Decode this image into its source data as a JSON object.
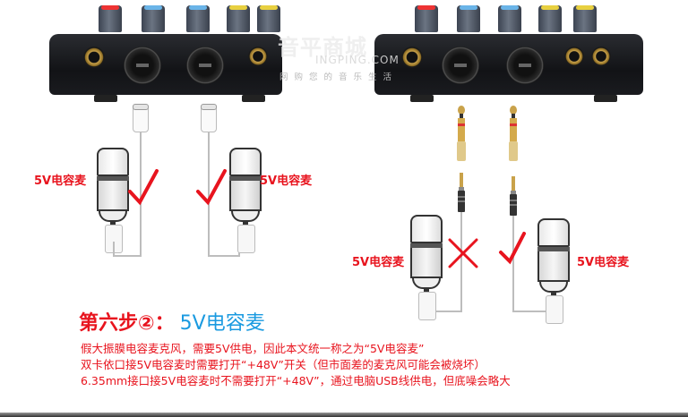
{
  "heading": {
    "step_label": "第六步②：",
    "topic": "5V电容麦"
  },
  "description": {
    "lines": [
      "假大振膜电容麦克风，需要5V供电，因此本文统一称之为“5V电容麦”",
      "双卡依口接5V电容麦时需要打开“+48V”开关（但市面差的麦克风可能会被烧坏）",
      "6.35mm接口接5V电容麦时不需要打开“+48V”，通过电脑USB线供电，但底噪会略大"
    ]
  },
  "watermark": {
    "brand": "音平商城",
    "domain": "INGPING.COM",
    "slogan": "网购您的音乐生活"
  },
  "left_panel": {
    "device": "audio-interface",
    "connection": "xlr-combo",
    "mics": [
      {
        "label": "5V电容麦",
        "status": "correct",
        "status_icon": "check-mark"
      },
      {
        "label": "5V电容麦",
        "status": "correct",
        "status_icon": "check-mark"
      }
    ]
  },
  "right_panel": {
    "device": "audio-interface",
    "connection": "6.35mm-adapter",
    "mics": [
      {
        "label": "5V电容麦",
        "status": "wrong",
        "status_icon": "cross-mark"
      },
      {
        "label": "5V电容麦",
        "status": "correct",
        "status_icon": "check-mark"
      }
    ]
  },
  "colors": {
    "accent_red": "#e8141e",
    "accent_blue": "#1a9ae0",
    "device_black": "#141518",
    "cable_gray": "#bdbdbd",
    "gold": "#c9a24a"
  }
}
